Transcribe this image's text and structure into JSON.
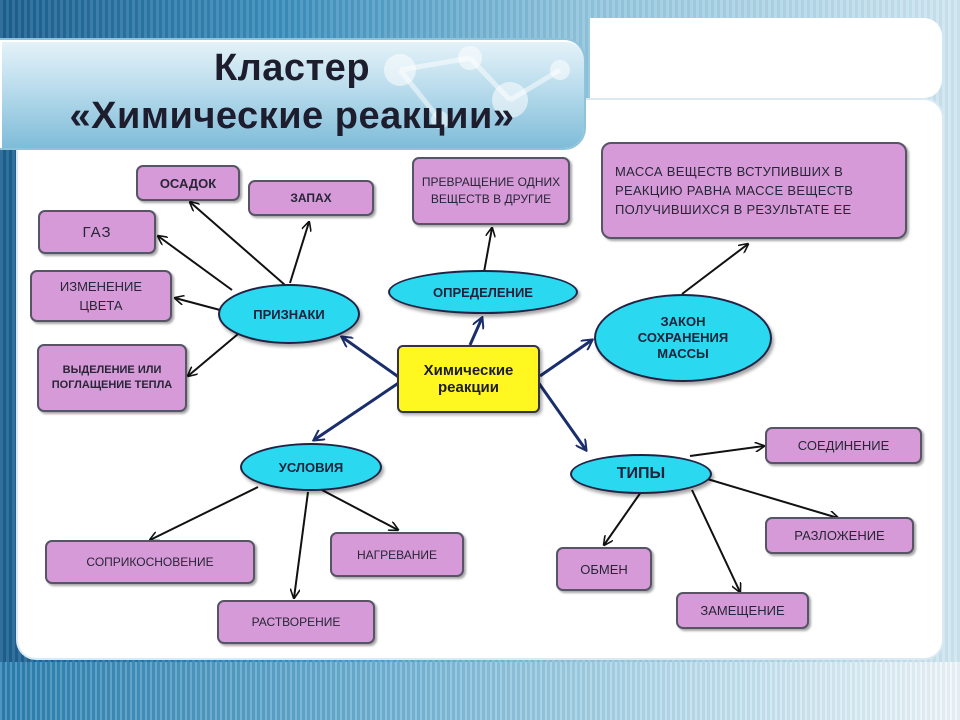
{
  "title": {
    "line1": "Кластер",
    "line2": "«Химические реакции»"
  },
  "diagram": {
    "center": "Химические реакции",
    "categories": {
      "signs": "ПРИЗНАКИ",
      "definition": "ОПРЕДЕЛЕНИЕ",
      "law": "ЗАКОН СОХРАНЕНИЯ МАССЫ",
      "conditions": "УСЛОВИЯ",
      "types": "ТИПЫ"
    },
    "signs_items": {
      "precipitate": "ОСАДОК",
      "smell": "ЗАПАХ",
      "gas": "ГАЗ",
      "color_change": "ИЗМЕНЕНИЕ ЦВЕТА",
      "heat": "ВЫДЕЛЕНИЕ ИЛИ ПОГЛАЩЕНИЕ ТЕПЛА"
    },
    "definition_text": "ПРЕВРАЩЕНИЕ ОДНИХ ВЕЩЕСТВ В ДРУГИЕ",
    "law_text": "МАССА ВЕЩЕСТВ ВСТУПИВШИХ В РЕАКЦИЮ РАВНА МАССЕ ВЕЩЕСТВ ПОЛУЧИВШИХСЯ В РЕЗУЛЬТАТЕ ЕЕ",
    "conditions_items": {
      "contact": "СОПРИКОСНОВЕНИЕ",
      "heating": "НАГРЕВАНИЕ",
      "dissolution": "РАСТВОРЕНИЕ"
    },
    "types_items": {
      "combination": "СОЕДИНЕНИЕ",
      "decomposition": "РАЗЛОЖЕНИЕ",
      "exchange": "ОБМЕН",
      "substitution": "ЗАМЕЩЕНИЕ"
    }
  }
}
